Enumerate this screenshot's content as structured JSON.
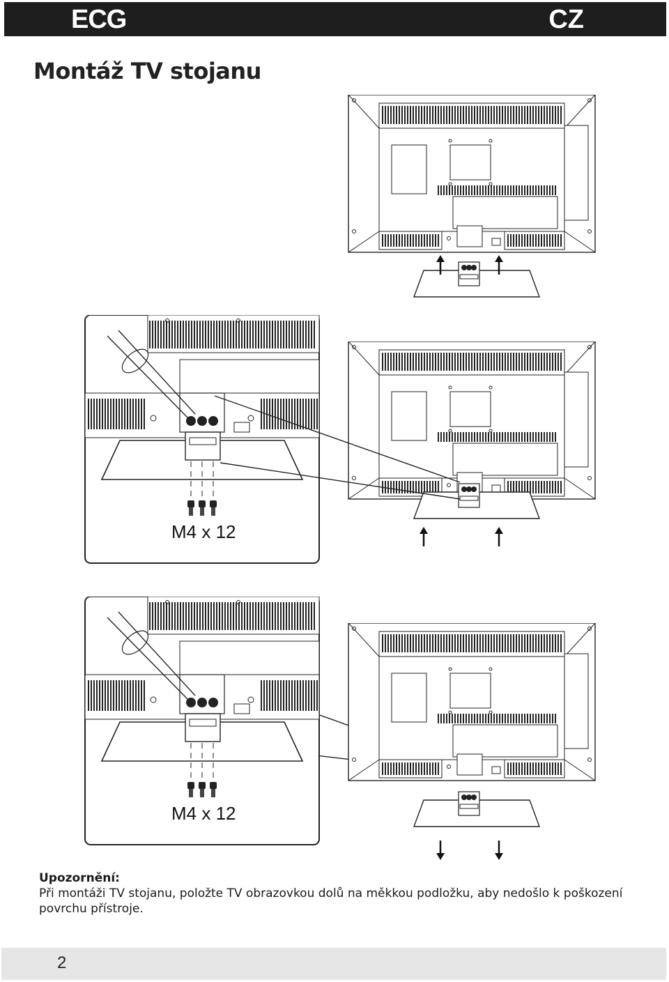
{
  "header": {
    "brand": "ECG",
    "language": "CZ"
  },
  "page_title": "Montáž TV stojanu",
  "figures": {
    "step2_screw_label": "M4 x 12",
    "step4_screw_label": "M4 x 12"
  },
  "notice": {
    "heading": "Upozornění:",
    "body": "Při montáži TV stojanu, položte TV obrazovkou dolů na měkkou podložku, aby nedošlo k poškození povrchu přístroje."
  },
  "footer": {
    "page_number": "2"
  }
}
